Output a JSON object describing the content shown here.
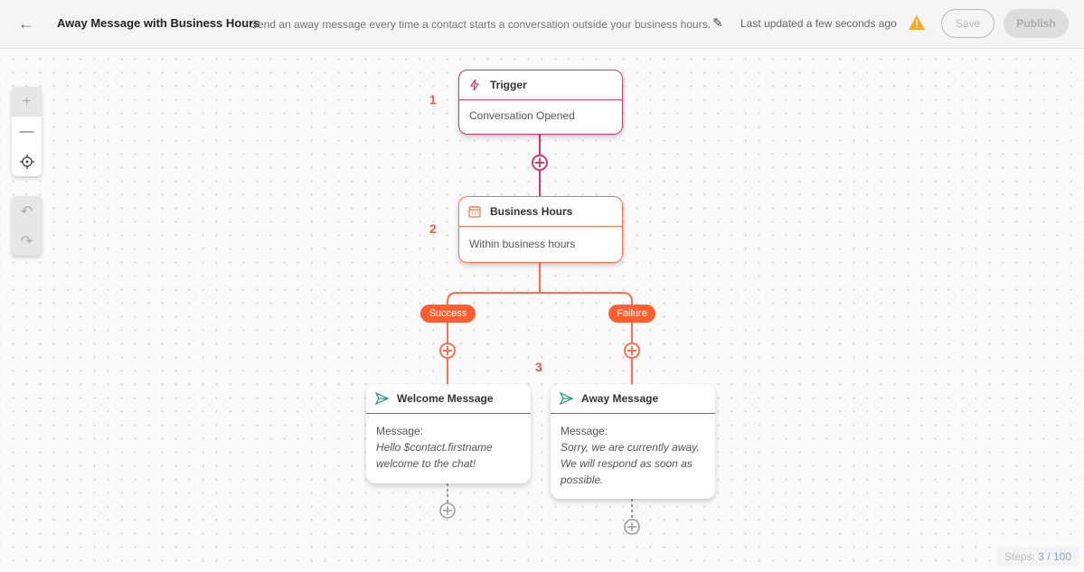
{
  "header": {
    "title": "Away Message with Business Hours",
    "description": "Send an away message every time a contact starts a conversation outside your business hours.",
    "last_updated": "Last updated a few seconds ago",
    "save_label": "Save",
    "publish_label": "Publish"
  },
  "nodes": [
    {
      "step": "1",
      "title": "Trigger",
      "icon": "lightning-icon",
      "body": "Conversation Opened",
      "color": "#d03a6c"
    },
    {
      "step": "2",
      "title": "Business Hours",
      "icon": "calendar-icon",
      "body": "Within business hours",
      "color": "#ff6e4a"
    },
    {
      "step": "3",
      "title": "Welcome Message",
      "icon": "send-icon",
      "label": "Message:",
      "message": "Hello $contact.firstname welcome to the chat!",
      "color": "#1a9a86"
    },
    {
      "title": "Away Message",
      "icon": "send-icon",
      "label": "Message:",
      "message": "Sorry, we are currently away. We will respond as soon as possible.",
      "color": "#1a9a86"
    }
  ],
  "branches": {
    "success": "Success",
    "failure": "Failure"
  },
  "steps": {
    "label": "Steps:",
    "value": "3 / 100"
  }
}
